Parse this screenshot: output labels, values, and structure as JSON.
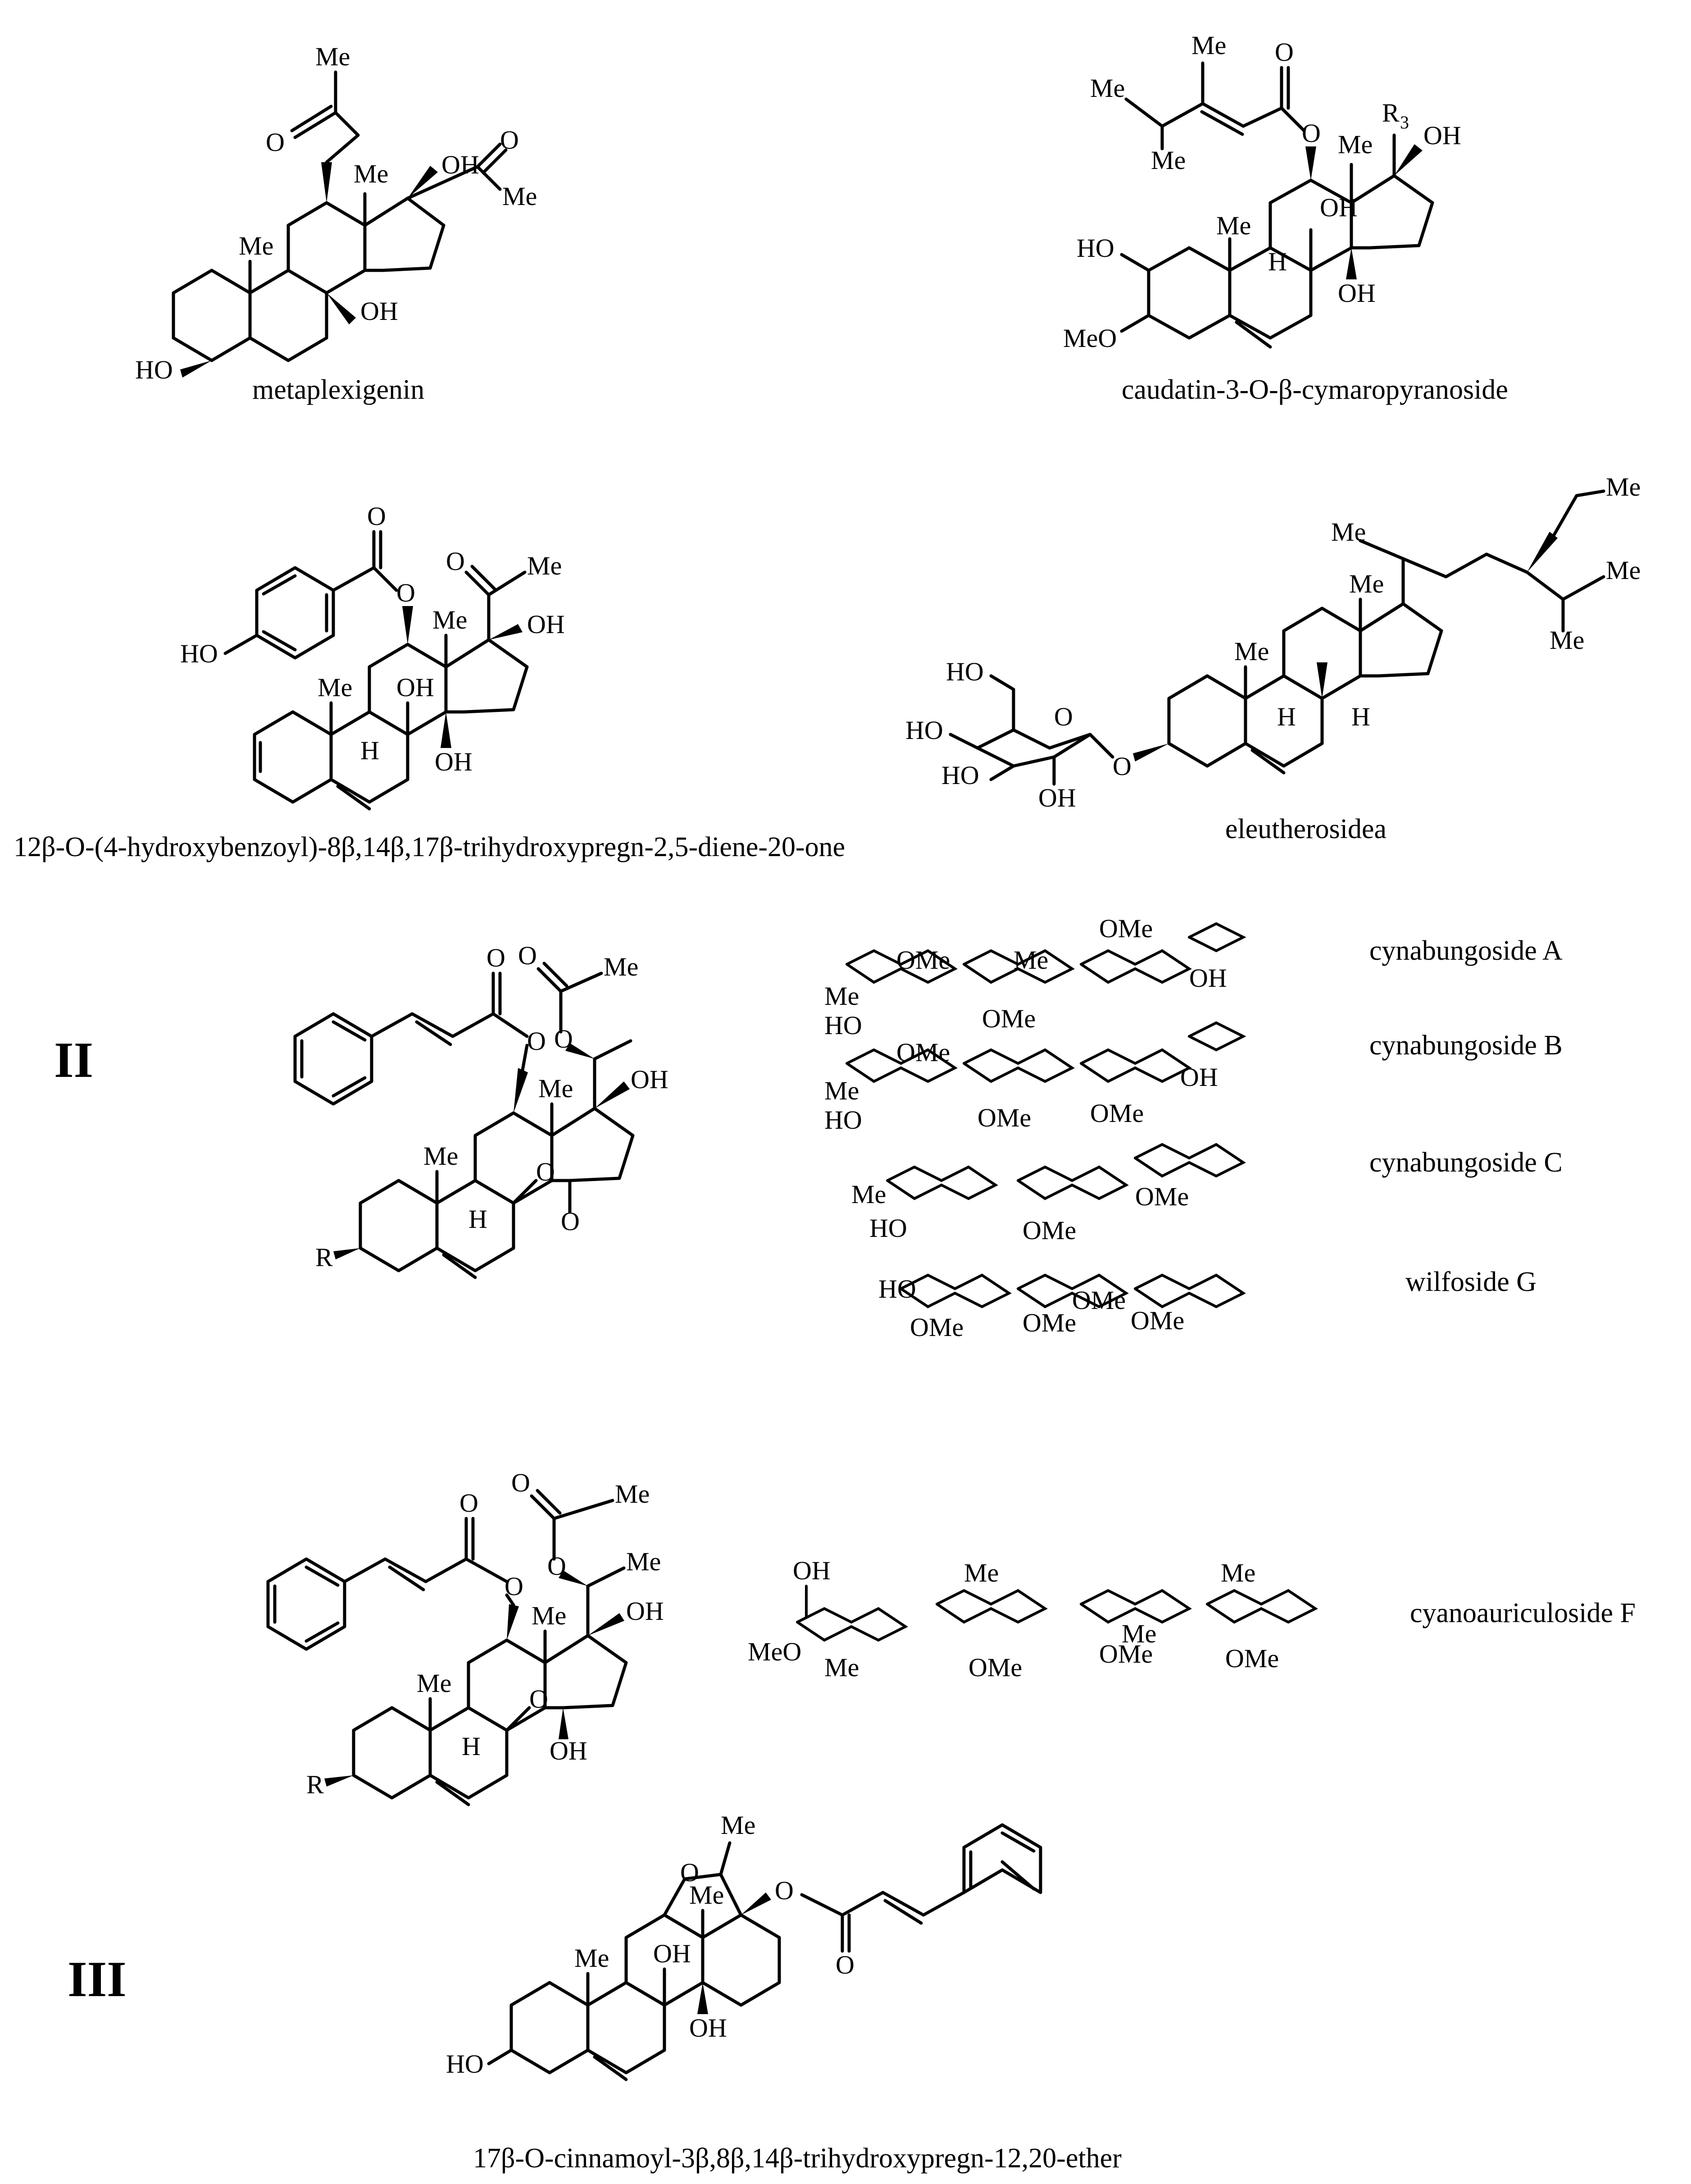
{
  "compounds": {
    "c1": {
      "name": "metaplexigenin"
    },
    "c2": {
      "name": "caudatin-3-O-β-cymaropyranoside"
    },
    "c3": {
      "name": "12β-O-(4-hydroxybenzoyl)-8β,14β,17β-trihydroxypregn-2,5-diene-20-one"
    },
    "c4": {
      "name": "eleutherosidea"
    },
    "c5": {
      "name": "17β-O-cinnamoyl-3β,8β,14β-trihydroxypregn-12,20-ether"
    }
  },
  "groups": {
    "II": {
      "label": "II",
      "sugars": [
        "cynabungoside A",
        "cynabungoside B",
        "cynabungoside C",
        "wilfoside G"
      ]
    },
    "II2": {
      "sugars": [
        "cyanoauriculoside F"
      ]
    },
    "III": {
      "label": "III"
    }
  },
  "atoms": {
    "Me": "Me",
    "OH": "OH",
    "HO": "HO",
    "MeO": "MeO",
    "OMe": "OMe",
    "O": "O",
    "H": "H",
    "R": "R",
    "R3": "R",
    "R3_sub": "3"
  }
}
